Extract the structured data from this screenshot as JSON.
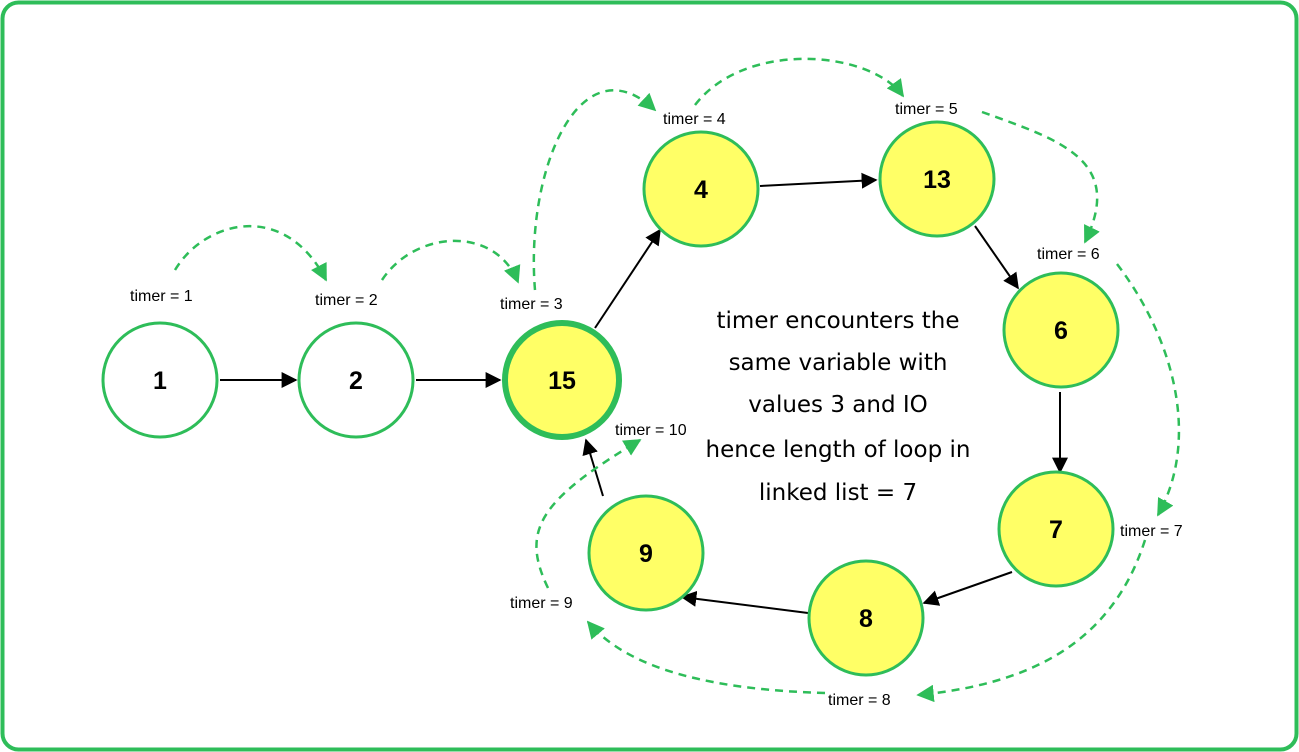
{
  "colors": {
    "border": "#2ebd59",
    "node_fill_active": "#ffff66",
    "node_fill_plain": "#ffffff",
    "node_stroke": "#2ebd59",
    "arrow": "#000000",
    "timer_arrow": "#2ebd59"
  },
  "nodes": [
    {
      "id": "n1",
      "label": "1"
    },
    {
      "id": "n2",
      "label": "2"
    },
    {
      "id": "n15",
      "label": "15"
    },
    {
      "id": "n4",
      "label": "4"
    },
    {
      "id": "n13",
      "label": "13"
    },
    {
      "id": "n6",
      "label": "6"
    },
    {
      "id": "n7",
      "label": "7"
    },
    {
      "id": "n8",
      "label": "8"
    },
    {
      "id": "n9",
      "label": "9"
    }
  ],
  "timers": [
    "timer = 1",
    "timer = 2",
    "timer = 3",
    "timer = 4",
    "timer = 5",
    "timer = 6",
    "timer = 7",
    "timer = 8",
    "timer = 9",
    "timer = 10"
  ],
  "note": {
    "lines": [
      "timer encounters the",
      "same variable with",
      "values 3 and IO",
      "hence length of loop in",
      "linked list = 7"
    ]
  }
}
